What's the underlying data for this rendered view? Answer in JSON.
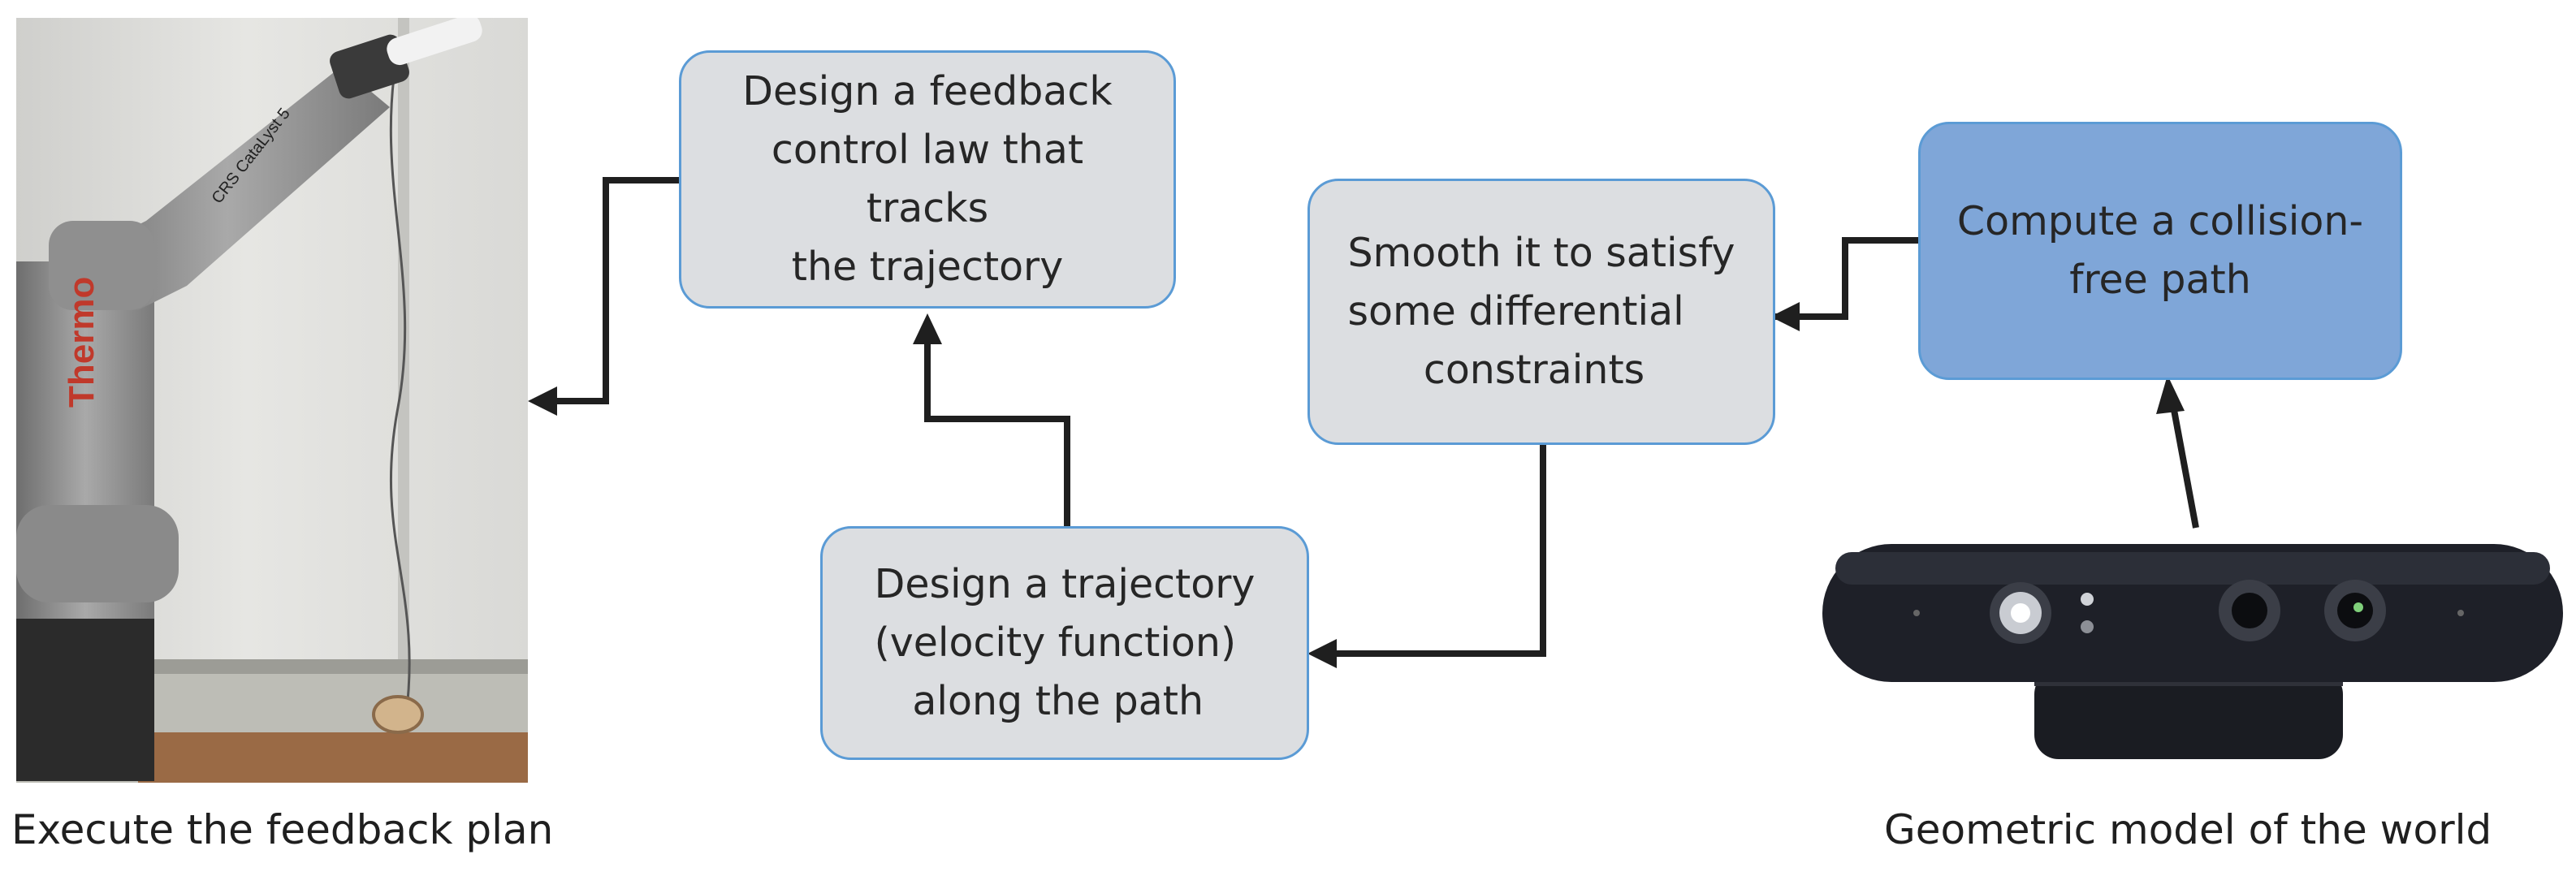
{
  "nodes": {
    "feedback_law": "Design a feedback\ncontrol law that\ntracks\nthe trajectory",
    "smooth": "Smooth it to satisfy\nsome differential\n      constraints",
    "collision_path": "Compute a collision-\nfree path",
    "trajectory": "Design a trajectory\n(velocity function)\n   along the path"
  },
  "captions": {
    "execute": "Execute the feedback plan",
    "world": "Geometric model of the world"
  },
  "photo_labels": {
    "robot_brand": "Thermo",
    "robot_model": "CRS CataLyst 5"
  },
  "colors": {
    "box_fill": "#dcdee1",
    "box_fill_highlight": "#7fa6d8",
    "box_border": "#5b9bd5",
    "arrow": "#1f1f1f"
  }
}
